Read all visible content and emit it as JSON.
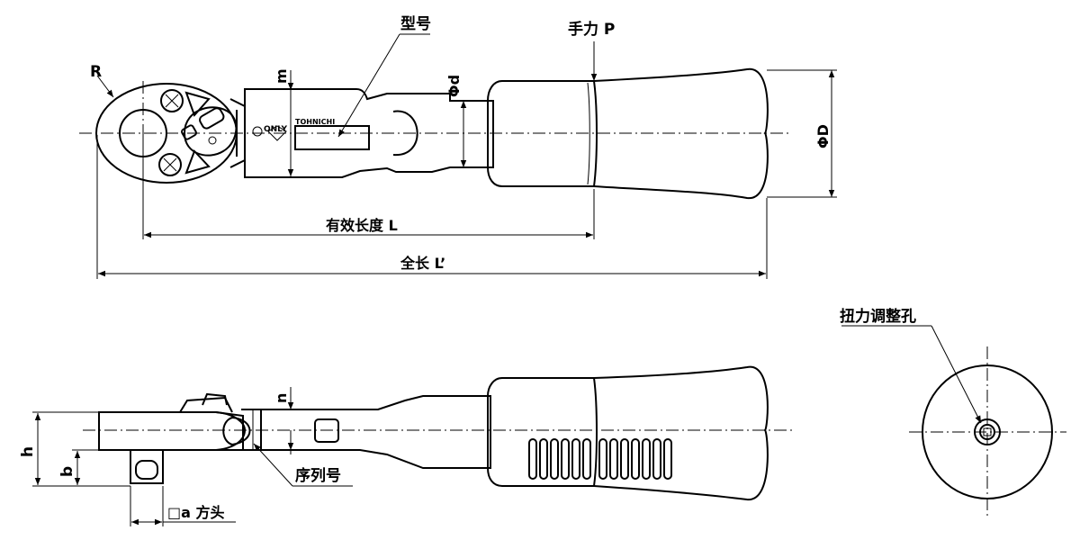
{
  "labels": {
    "model": "型号",
    "hand_force": "手力 P",
    "R": "R",
    "m": "m",
    "phi_d": "Φd",
    "phi_D": "ΦD",
    "only": "ONLY",
    "brand": "TOHNICHI",
    "effective_length": "有效长度 L",
    "overall_length": "全长 L’",
    "torque_adjust_hole": "扭力调整孔",
    "n": "n",
    "h": "h",
    "b": "b",
    "serial_number": "序列号",
    "square_drive": "□a  方头"
  }
}
